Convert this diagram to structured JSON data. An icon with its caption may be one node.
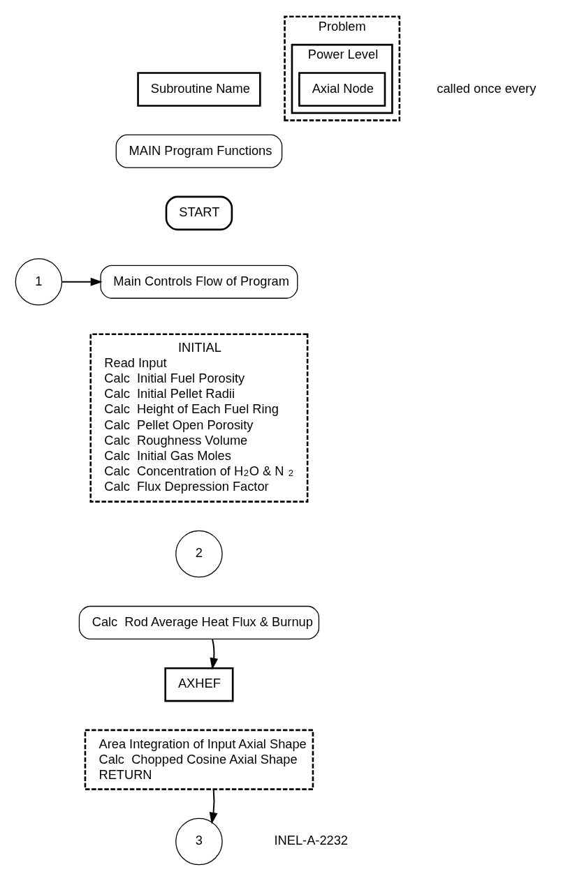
{
  "diagram": {
    "nodes": [
      {
        "text": [
          "Subroutine Name"
        ]
      },
      {
        "text": [
          "MAIN Program Functions"
        ]
      },
      {
        "text": [
          "Problem"
        ]
      },
      {
        "text": [
          "Power Level"
        ],
        "in": 2
      },
      {
        "text": [
          "Axial Node"
        ],
        "in": 3
      },
      {
        "text": [
          "START"
        ]
      },
      {
        "text": [
          "Main Controls Flow of Program"
        ]
      },
      {
        "text": [
          "1"
        ]
      },
      {
        "text": [
          "INITIAL",
          "Read Input",
          "Calc  Initial Fuel Porosity",
          "Calc  Initial Pellet Radii",
          "Calc  Height of Each Fuel Ring",
          "Calc  Pellet Open Porosity",
          "Calc  Roughness Volume",
          "Calc  Initial Gas Moles",
          "Calc  Concentration of H$_{2}$O & N$_{2}$",
          "Calc  Flux Depression Factor"
        ]
      },
      {
        "text": [
          "2"
        ]
      },
      {
        "text": [
          "Calc  Rod Average Heat Flux & Burnup"
        ]
      },
      {
        "text": [
          "AXHEF"
        ]
      },
      {
        "text": [
          "Area Integration of Input Axial Shape",
          "Calc  Chopped Cosine Axial Shape",
          "RETURN"
        ]
      },
      {
        "text": [
          "3"
        ]
      }
    ],
    "edges": [
      {
        "from": 7,
        "to": 6,
        "arrow": "to"
      },
      {
        "from": 10,
        "to": 11,
        "arrow": "to"
      },
      {
        "from": 12,
        "to": 13,
        "arrow": "to"
      }
    ],
    "labels": [
      "called once every",
      "INEL-A-2232"
    ]
  }
}
